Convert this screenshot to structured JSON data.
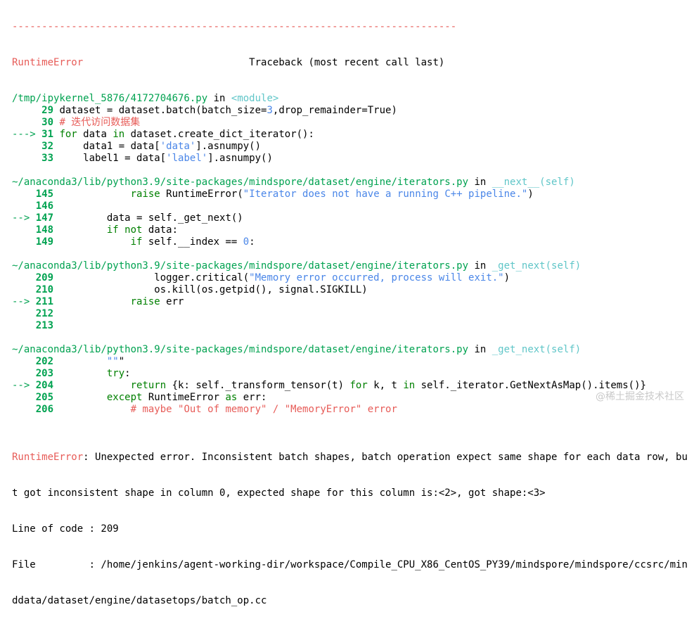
{
  "traceback": {
    "separator": "---------------------------------------------------------------------------",
    "error_name": "RuntimeError",
    "header_title": "Traceback (most recent call last)",
    "frames": [
      {
        "file": "/tmp/ipykernel_5876/4172704676.py",
        "in_word": "in",
        "func": "<module>",
        "lines": [
          {
            "marker": "     ",
            "no": "29",
            "code": " dataset = dataset.batch(batch_size=3,drop_remainder=True)"
          },
          {
            "marker": "     ",
            "no": "30",
            "code": " # 迭代访问数据集"
          },
          {
            "marker": "---> ",
            "no": "31",
            "code": " for data in dataset.create_dict_iterator():"
          },
          {
            "marker": "     ",
            "no": "32",
            "code": "     data1 = data['data'].asnumpy()"
          },
          {
            "marker": "     ",
            "no": "33",
            "code": "     label1 = data['label'].asnumpy()"
          }
        ]
      },
      {
        "file": "~/anaconda3/lib/python3.9/site-packages/mindspore/dataset/engine/iterators.py",
        "in_word": "in",
        "func": "__next__(self)",
        "lines": [
          {
            "marker": "    ",
            "no": "145",
            "code": "             raise RuntimeError(\"Iterator does not have a running C++ pipeline.\")"
          },
          {
            "marker": "    ",
            "no": "146",
            "code": ""
          },
          {
            "marker": "--> ",
            "no": "147",
            "code": "         data = self._get_next()"
          },
          {
            "marker": "    ",
            "no": "148",
            "code": "         if not data:"
          },
          {
            "marker": "    ",
            "no": "149",
            "code": "             if self.__index == 0:"
          }
        ]
      },
      {
        "file": "~/anaconda3/lib/python3.9/site-packages/mindspore/dataset/engine/iterators.py",
        "in_word": "in",
        "func": "_get_next(self)",
        "lines": [
          {
            "marker": "    ",
            "no": "209",
            "code": "                 logger.critical(\"Memory error occurred, process will exit.\")"
          },
          {
            "marker": "    ",
            "no": "210",
            "code": "                 os.kill(os.getpid(), signal.SIGKILL)"
          },
          {
            "marker": "--> ",
            "no": "211",
            "code": "             raise err"
          },
          {
            "marker": "    ",
            "no": "212",
            "code": ""
          },
          {
            "marker": "    ",
            "no": "213",
            "code": ""
          }
        ]
      },
      {
        "file": "~/anaconda3/lib/python3.9/site-packages/mindspore/dataset/engine/iterators.py",
        "in_word": "in",
        "func": "_get_next(self)",
        "lines": [
          {
            "marker": "    ",
            "no": "202",
            "code": "         \"\"\""
          },
          {
            "marker": "    ",
            "no": "203",
            "code": "         try:"
          },
          {
            "marker": "--> ",
            "no": "204",
            "code": "             return {k: self._transform_tensor(t) for k, t in self._iterator.GetNextAsMap().items()}"
          },
          {
            "marker": "    ",
            "no": "205",
            "code": "         except RuntimeError as err:"
          },
          {
            "marker": "    ",
            "no": "206",
            "code": "             # maybe \"Out of memory\" / \"MemoryError\" error"
          }
        ]
      }
    ],
    "final_error_name": "RuntimeError",
    "final_message_1": ": Unexpected error. Inconsistent batch shapes, batch operation expect same shape for each data row, bu",
    "final_message_2": "t got inconsistent shape in column 0, expected shape for this column is:<2>, got shape:<3>",
    "line_of_code": "Line of code : 209",
    "file_line_1": "File         : /home/jenkins/agent-working-dir/workspace/Compile_CPU_X86_CentOS_PY39/mindspore/mindspore/ccsrc/min",
    "file_line_2": "ddata/dataset/engine/datasetops/batch_op.cc"
  },
  "watermark": "@稀土掘金技术社区"
}
